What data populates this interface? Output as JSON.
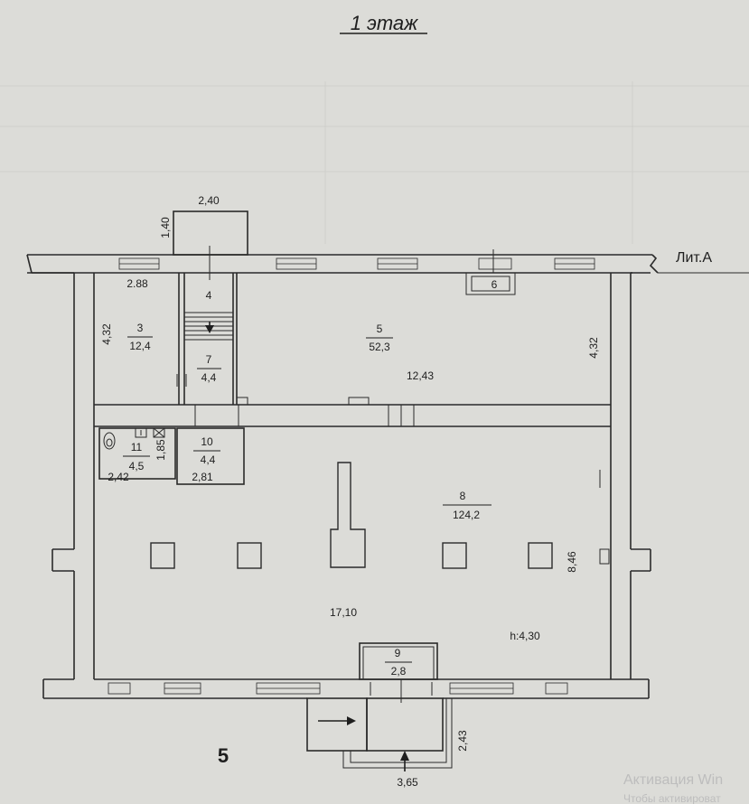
{
  "title": "1 этаж",
  "building_label": "Лит.А",
  "plan_number": "5",
  "ceiling_height": "h:4,30",
  "rooms": [
    {
      "id": "3",
      "area": "12,4"
    },
    {
      "id": "4",
      "area": ""
    },
    {
      "id": "5",
      "area": "52,3"
    },
    {
      "id": "6",
      "area": ""
    },
    {
      "id": "7",
      "area": "4,4"
    },
    {
      "id": "8",
      "area": "124,2"
    },
    {
      "id": "9",
      "area": "2,8"
    },
    {
      "id": "10",
      "area": "4,4"
    },
    {
      "id": "11",
      "area": "4,5"
    }
  ],
  "dimensions": [
    "2,40",
    "1,40",
    "2.88",
    "4,32",
    "12,43",
    "4,32",
    "1,85",
    "2,42",
    "2,81",
    "17,10",
    "8,46",
    "2,43",
    "3,65"
  ],
  "watermark": {
    "line1": "Активация Win",
    "line2": "Чтобы активироват"
  }
}
